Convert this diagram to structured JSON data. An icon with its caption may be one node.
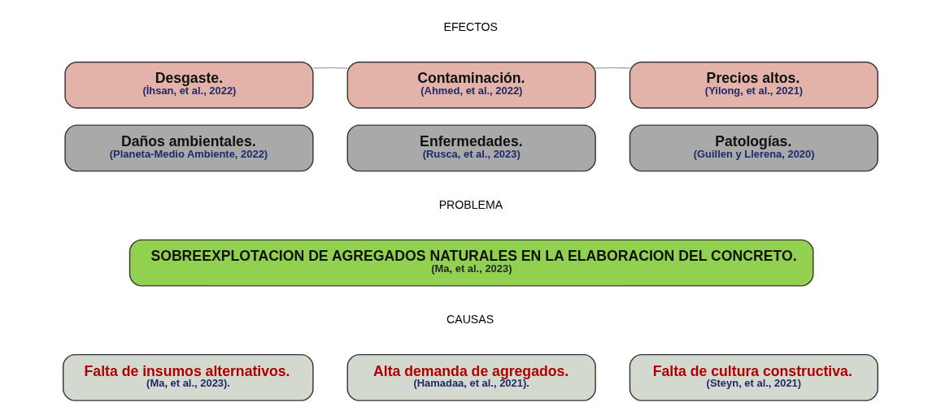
{
  "diagram": {
    "nodes": [
      {
        "text": [
          "Desgaste.",
          "(İhsan, et al., 2022)"
        ]
      },
      {
        "text": [
          "Contaminación.",
          "(Ahmed, et al., 2022)"
        ]
      },
      {
        "text": [
          "Precios altos.",
          "(Yilong, et al., 2021)"
        ]
      },
      {
        "text": [
          "Daños ambientales.",
          "(Planeta-Medio Ambiente, 2022)"
        ]
      },
      {
        "text": [
          "Enfermedades.",
          "(Rusca, et al., 2023)"
        ]
      },
      {
        "text": [
          "Patologías.",
          "(Guillen y Llerena, 2020)"
        ]
      },
      {
        "text": [
          "SOBREEXPLOTACION DE AGREGADOS NATURALES EN LA ELABORACION DEL CONCRETO.",
          "(Ma, et al., 2023)"
        ]
      },
      {
        "text": [
          "Falta de insumos alternativos.",
          "(Ma, et al., 2023)."
        ]
      },
      {
        "text": [
          "Alta demanda de agregados.",
          "(Hamadaa, et al., 2021)."
        ]
      },
      {
        "text": [
          "Falta de cultura constructiva.",
          "(Steyn, et al., 2021)"
        ]
      }
    ],
    "edges": [
      {
        "from": 0,
        "to": 1,
        "arrow": "none"
      },
      {
        "from": 1,
        "to": 2,
        "arrow": "none"
      }
    ],
    "labels": [
      "EFECTOS",
      "PROBLEMA",
      "CAUSAS"
    ]
  }
}
